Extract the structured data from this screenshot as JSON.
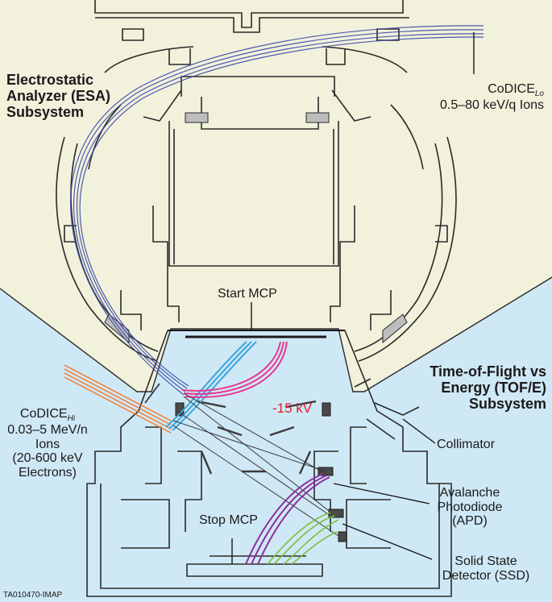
{
  "colors": {
    "esa_background": "#f2f1dc",
    "tof_background": "#cfe8f5",
    "instrument_line": "#2a2a2a",
    "trajectory_blue": "#3b4aa8",
    "trajectory_orange": "#f07a30",
    "trajectory_cyan": "#3aa6dd",
    "trajectory_magenta": "#e8358f",
    "trajectory_purple": "#8b2f9f",
    "trajectory_green": "#7bc040",
    "voltage_red": "#e0202a"
  },
  "labels": {
    "esa_line1": "Electrostatic",
    "esa_line2": "Analyzer (ESA)",
    "esa_line3": "Subsystem",
    "codice_lo_name": "CoDICE",
    "codice_lo_sub": "Lo",
    "codice_lo_range": "0.5–80 keV/q Ions",
    "tof_line1": "Time-of-Flight vs",
    "tof_line2": "Energy (TOF/E)",
    "tof_line3": "Subsystem",
    "codice_hi_name": "CoDICE",
    "codice_hi_sub": "Hi",
    "codice_hi_range": "0.03–5 MeV/n",
    "codice_hi_ions": "Ions",
    "codice_hi_electrons_1": "(20-600 keV",
    "codice_hi_electrons_2": "Electrons)",
    "start_mcp": "Start MCP",
    "voltage": "-15 kV",
    "collimator": "Collimator",
    "apd_line1": "Avalanche",
    "apd_line2": "Photodiode",
    "apd_line3": "(APD)",
    "stop_mcp": "Stop MCP",
    "ssd_line1": "Solid State",
    "ssd_line2": "Detector (SSD)",
    "figure_id": "TA010470-IMAP"
  }
}
